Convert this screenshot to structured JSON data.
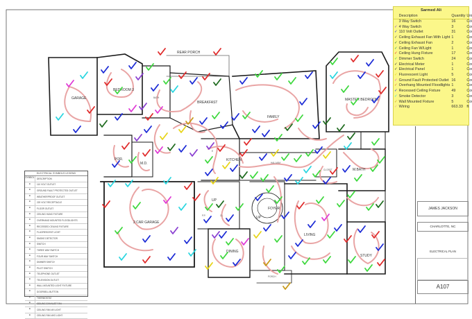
{
  "legend_panel": {
    "title": "Sarmed Ali",
    "headers": {
      "description": "Description",
      "quantity": "Quantity",
      "unit": "Unit"
    },
    "items": [
      {
        "check": "",
        "description": "3 Way Switch",
        "quantity": "16",
        "unit": "Count",
        "color": "#ffffff"
      },
      {
        "check": "✓",
        "description": "4 Way Switch",
        "quantity": "3",
        "unit": "Count",
        "color": "#8a3fd1"
      },
      {
        "check": "✓",
        "description": "110 Volt Outlet",
        "quantity": "31",
        "unit": "Count",
        "color": "#1c2bd6"
      },
      {
        "check": "✓",
        "description": "Ceiling Exhaust Fan With Light",
        "quantity": "1",
        "unit": "Count",
        "color": "#555555"
      },
      {
        "check": "✓",
        "description": "Ceiling Exhaust Fan",
        "quantity": "2",
        "unit": "Count",
        "color": "#1f6b1f"
      },
      {
        "check": "✓",
        "description": "Ceiling Fan W/Light",
        "quantity": "1",
        "unit": "Count",
        "color": "#1f9e5a"
      },
      {
        "check": "✓",
        "description": "Ceiling Hung Fixture",
        "quantity": "17",
        "unit": "Count",
        "color": "#e02a2a"
      },
      {
        "check": "✓",
        "description": "Dimmer Switch",
        "quantity": "24",
        "unit": "Count",
        "color": "#3ed83e"
      },
      {
        "check": "✓",
        "description": "Electrical Meter",
        "quantity": "1",
        "unit": "Count",
        "color": "#333333"
      },
      {
        "check": "✓",
        "description": "Electrical Panel",
        "quantity": "1",
        "unit": "Count",
        "color": "#333333"
      },
      {
        "check": "✓",
        "description": "Fluorescent Light",
        "quantity": "5",
        "unit": "Count",
        "color": "#e8d51a"
      },
      {
        "check": "✓",
        "description": "Ground Fault Protected Outlet",
        "quantity": "16",
        "unit": "Count",
        "color": "#e03ad6"
      },
      {
        "check": "✓",
        "description": "Overhang Mounted Floodlights",
        "quantity": "1",
        "unit": "Count",
        "color": "#e07a2a"
      },
      {
        "check": "✓",
        "description": "Recessed Ceiling Fixture",
        "quantity": "49",
        "unit": "Count",
        "color": "#1c2bd6"
      },
      {
        "check": "✓",
        "description": "Smoke Detector",
        "quantity": "3",
        "unit": "Count",
        "color": "#2ad6e0"
      },
      {
        "check": "✓",
        "description": "Wall Mounted Fixture",
        "quantity": "5",
        "unit": "Count",
        "color": "#c89a1a"
      },
      {
        "check": "✓",
        "description": "Wiring",
        "quantity": "663.33",
        "unit": "ft",
        "color": "#e8a0a0"
      }
    ]
  },
  "rooms": {
    "rear_porch": "REAR PORCH",
    "bedroom3": "BEDROOM 3",
    "garage": "GARAGE",
    "bath": "BATH",
    "breakfast": "BREAKFAST",
    "family": "FAMILY",
    "master_bedroom": "MASTER BEDROOM",
    "kitchen": "KITCHEN",
    "hallway": "HALLWAY",
    "closet": "CLOSET",
    "mbath": "M.BATH",
    "por": "POR.",
    "md": "M.D.",
    "car_garage": "2 CAR GARAGE",
    "foyer": "FOYER",
    "living": "LIVING",
    "dining": "DINING",
    "study": "STUDY",
    "up": "UP",
    "porch": "PORCH",
    "pp": "P.P.",
    "cl": "CL.",
    "e": "E"
  },
  "symbol_legend": {
    "title": "ELECTRICAL SYMBOLS LEGEND",
    "col_symbol": "SYMBOL",
    "col_desc": "DESCRIPTION",
    "rows": [
      "110 VOLT OUTLET",
      "GROUND FAULT PROTECTED OUTLET",
      "WEATHERPROOF OUTLET",
      "220 VOLT RECEPTACLE",
      "FLOOR OUTLET",
      "CEILING HUNG FIXTURE",
      "OVERHANG MOUNTED FLOODLIGHTS",
      "RECESSED CEILING FIXTURE",
      "FLUORESCENT LIGHT",
      "SMOKE DETECTOR",
      "SWITCH",
      "THREE WAY SWITCH",
      "FOUR WAY SWITCH",
      "DIMMER SWITCH",
      "PILOT SWITCH",
      "TELEPHONE OUTLET",
      "TELEVISION OUTLET",
      "WALL MOUNTED LIGHT FIXTURE",
      "DOORBELL BUTTON",
      "THERMOSTAT",
      "CEILING EXHAUST FAN",
      "CEILING FAN W/ LIGHT",
      "CEILING FAN W/O LIGHT"
    ]
  },
  "title_block": {
    "name": "JAMES JACKSON",
    "location": "CHARLOTTE, NC",
    "plan_title": "ELECTRICAL PLAN",
    "sheet": "A107"
  },
  "colors": {
    "wiring": "#e8a0a0",
    "wall": "#1a1a1a",
    "panel_bg": "#fbf78a"
  }
}
